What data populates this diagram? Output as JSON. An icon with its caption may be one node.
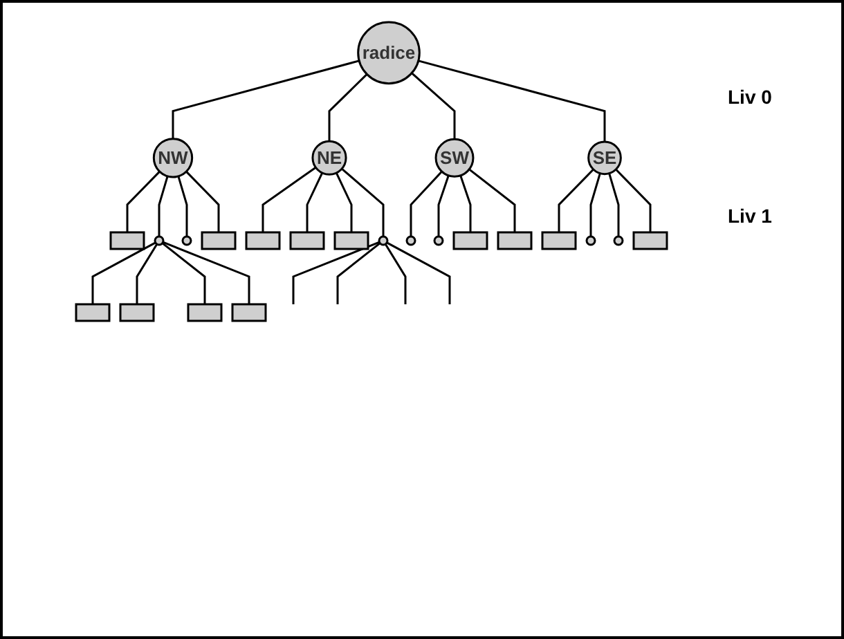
{
  "diagram": {
    "nodes": [
      {
        "text": [
          "radice"
        ]
      },
      {
        "text": [
          "NW"
        ]
      },
      {
        "text": [
          "NE"
        ]
      },
      {
        "text": [
          "SW"
        ]
      },
      {
        "text": [
          "SE"
        ]
      },
      {
        "text": [],
        "shape": "box"
      },
      {
        "text": [],
        "shape": "circle"
      },
      {
        "text": [],
        "shape": "circle"
      },
      {
        "text": [],
        "shape": "box"
      },
      {
        "text": [],
        "shape": "box"
      },
      {
        "text": [],
        "shape": "box"
      },
      {
        "text": [],
        "shape": "box"
      },
      {
        "text": [],
        "shape": "circle"
      },
      {
        "text": [],
        "shape": "circle"
      },
      {
        "text": [],
        "shape": "circle"
      },
      {
        "text": [],
        "shape": "box"
      },
      {
        "text": [],
        "shape": "box"
      },
      {
        "text": [],
        "shape": "box"
      },
      {
        "text": [],
        "shape": "circle"
      },
      {
        "text": [],
        "shape": "circle"
      },
      {
        "text": [],
        "shape": "box"
      },
      {
        "text": [],
        "shape": "box"
      },
      {
        "text": [],
        "shape": "box"
      },
      {
        "text": [],
        "shape": "box"
      },
      {
        "text": [],
        "shape": "box"
      }
    ],
    "edges": [
      {
        "from": 0,
        "to": 1,
        "arrow": "none"
      },
      {
        "from": 0,
        "to": 2,
        "arrow": "none"
      },
      {
        "from": 0,
        "to": 3,
        "arrow": "none"
      },
      {
        "from": 0,
        "to": 4,
        "arrow": "none"
      },
      {
        "from": 1,
        "to": 5,
        "arrow": "none"
      },
      {
        "from": 1,
        "to": 6,
        "arrow": "none"
      },
      {
        "from": 1,
        "to": 7,
        "arrow": "none"
      },
      {
        "from": 1,
        "to": 8,
        "arrow": "none"
      },
      {
        "from": 2,
        "to": 9,
        "arrow": "none"
      },
      {
        "from": 2,
        "to": 10,
        "arrow": "none"
      },
      {
        "from": 2,
        "to": 11,
        "arrow": "none"
      },
      {
        "from": 2,
        "to": 12,
        "arrow": "none"
      },
      {
        "from": 3,
        "to": 13,
        "arrow": "none"
      },
      {
        "from": 3,
        "to": 14,
        "arrow": "none"
      },
      {
        "from": 3,
        "to": 15,
        "arrow": "none"
      },
      {
        "from": 3,
        "to": 16,
        "arrow": "none"
      },
      {
        "from": 4,
        "to": 17,
        "arrow": "none"
      },
      {
        "from": 4,
        "to": 18,
        "arrow": "none"
      },
      {
        "from": 4,
        "to": 19,
        "arrow": "none"
      },
      {
        "from": 4,
        "to": 20,
        "arrow": "none"
      },
      {
        "from": 6,
        "to": 21,
        "arrow": "none"
      },
      {
        "from": 6,
        "to": 22,
        "arrow": "none"
      },
      {
        "from": 6,
        "to": 23,
        "arrow": "none"
      },
      {
        "from": 6,
        "to": 24,
        "arrow": "none"
      },
      {
        "from": 12,
        "to": null,
        "arrow": "none"
      },
      {
        "from": 12,
        "to": null,
        "arrow": "none"
      },
      {
        "from": 12,
        "to": null,
        "arrow": "none"
      },
      {
        "from": 12,
        "to": null,
        "arrow": "none"
      }
    ],
    "labels": [
      "Liv 0",
      "Liv 1"
    ]
  }
}
